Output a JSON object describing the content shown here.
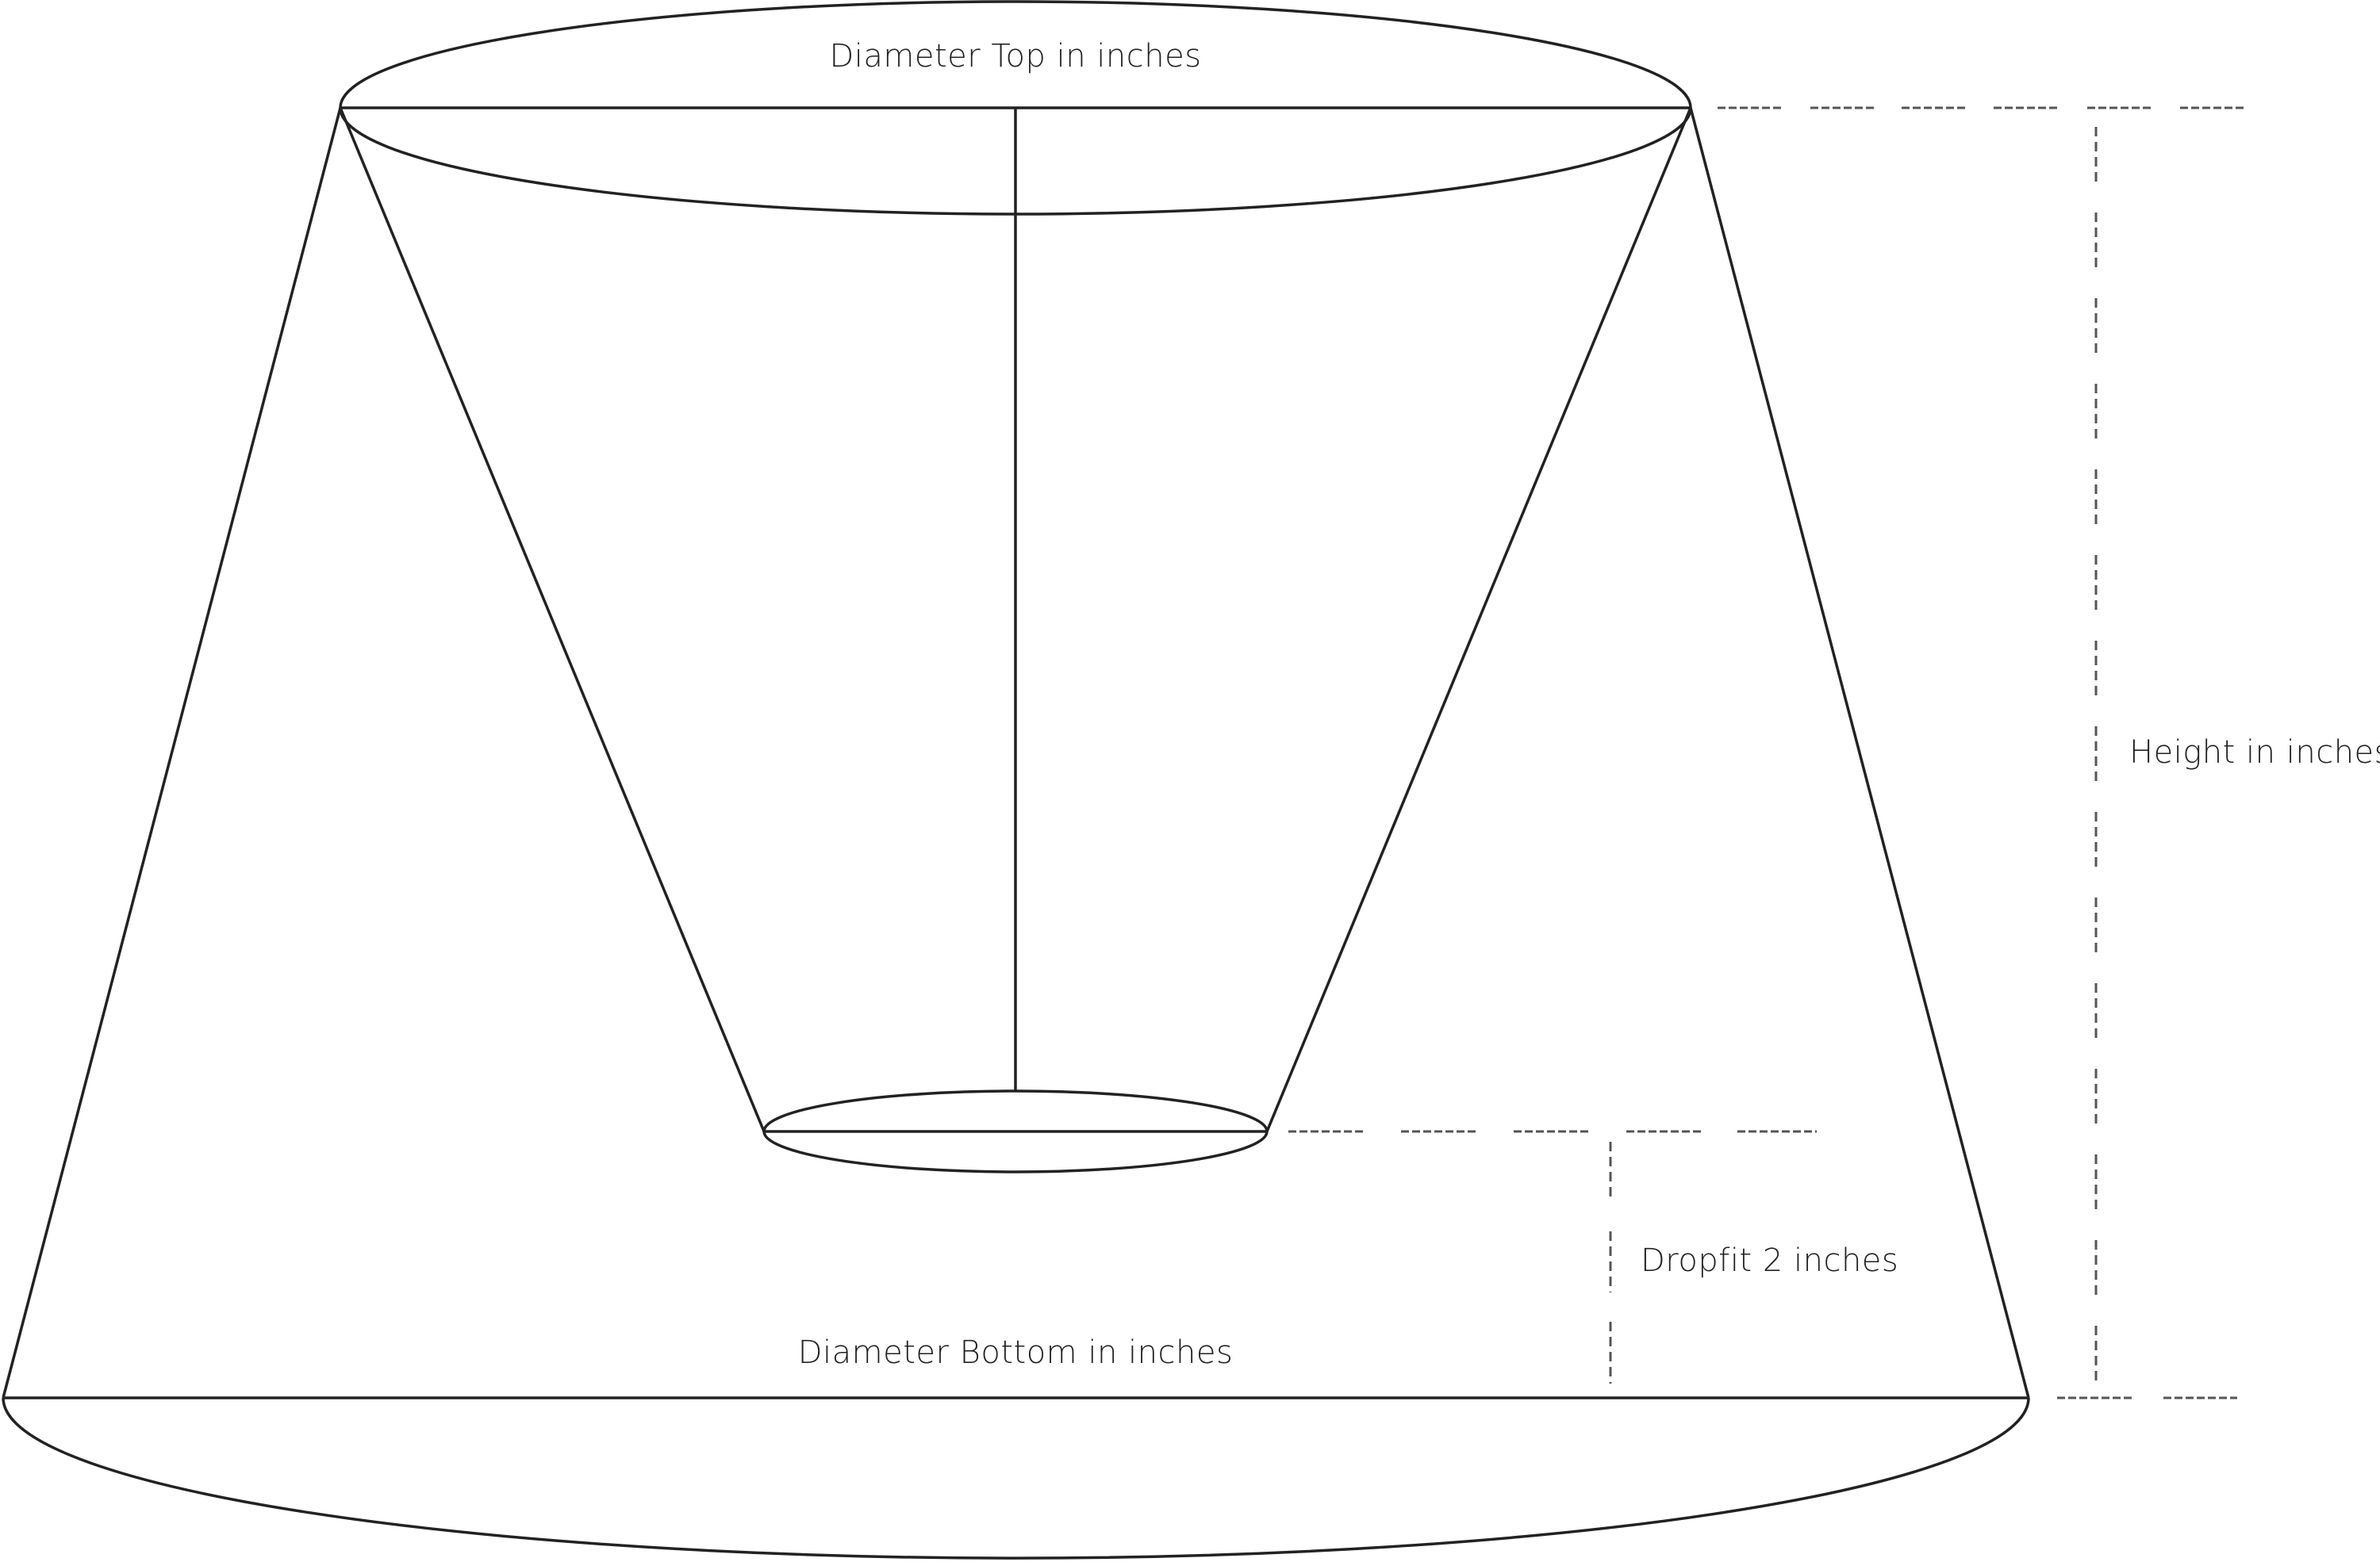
{
  "labels": {
    "diameter_top": "Diameter Top in inches",
    "diameter_bottom": "Diameter Bottom in inches",
    "height": "Height in inches",
    "dropfit": "Dropfit 2 inches"
  },
  "colors": {
    "stroke": "#222222",
    "dash": "#555555"
  }
}
